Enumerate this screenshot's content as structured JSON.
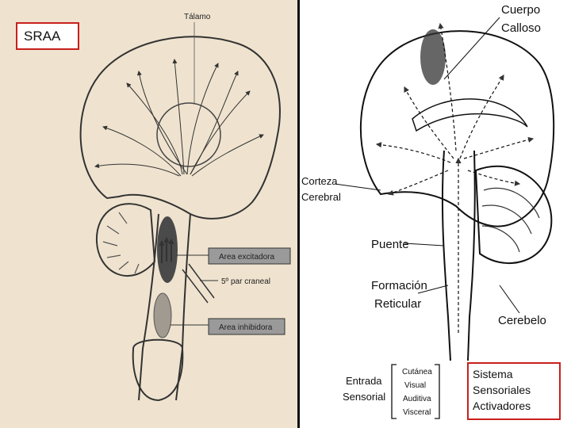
{
  "left": {
    "badge": "SRAA",
    "labels": {
      "thalamus": "Tálamo",
      "excitatory": "Area excitadora",
      "cranial_nerve": "5º par craneal",
      "inhibitory": "Area inhibidora"
    }
  },
  "right": {
    "labels": {
      "corpus_callosum_1": "Cuerpo",
      "corpus_callosum_2": "Calloso",
      "cortex_1": "Corteza",
      "cortex_2": "Cerebral",
      "pons": "Puente",
      "formation_1": "Formación",
      "formation_2": "Reticular",
      "cerebellum": "Cerebelo",
      "input_1": "Entrada",
      "input_2": "Sensorial",
      "input_types": [
        "Cutánea",
        "Visual",
        "Auditiva",
        "Visceral"
      ]
    },
    "badge_lines": [
      "Sistema",
      "Sensoriales",
      "Activadores"
    ]
  },
  "colors": {
    "left_background": "#efe3cf",
    "right_background": "#ffffff",
    "badge_border": "#c8201c",
    "label_box": "#9a9a9a"
  }
}
